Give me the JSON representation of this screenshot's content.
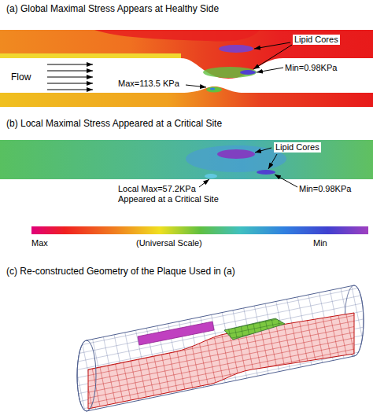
{
  "diagram": {
    "labels": [
      "(a) Global Maximal Stress Appears at Healthy Side",
      "Lipid Cores",
      "Flow",
      "Min=0.98KPa",
      "Max=113.5 KPa",
      "(b) Local Maximal Stress Appeared at a Critical Site",
      "Lipid Cores",
      "Local Max=57.2KPa Appeared at a Critical Site",
      "Min=0.98KPa",
      "Max",
      "(Universal Scale)",
      "Min",
      "(c) Re-constructed Geometry of the Plaque Used in (a)"
    ]
  }
}
